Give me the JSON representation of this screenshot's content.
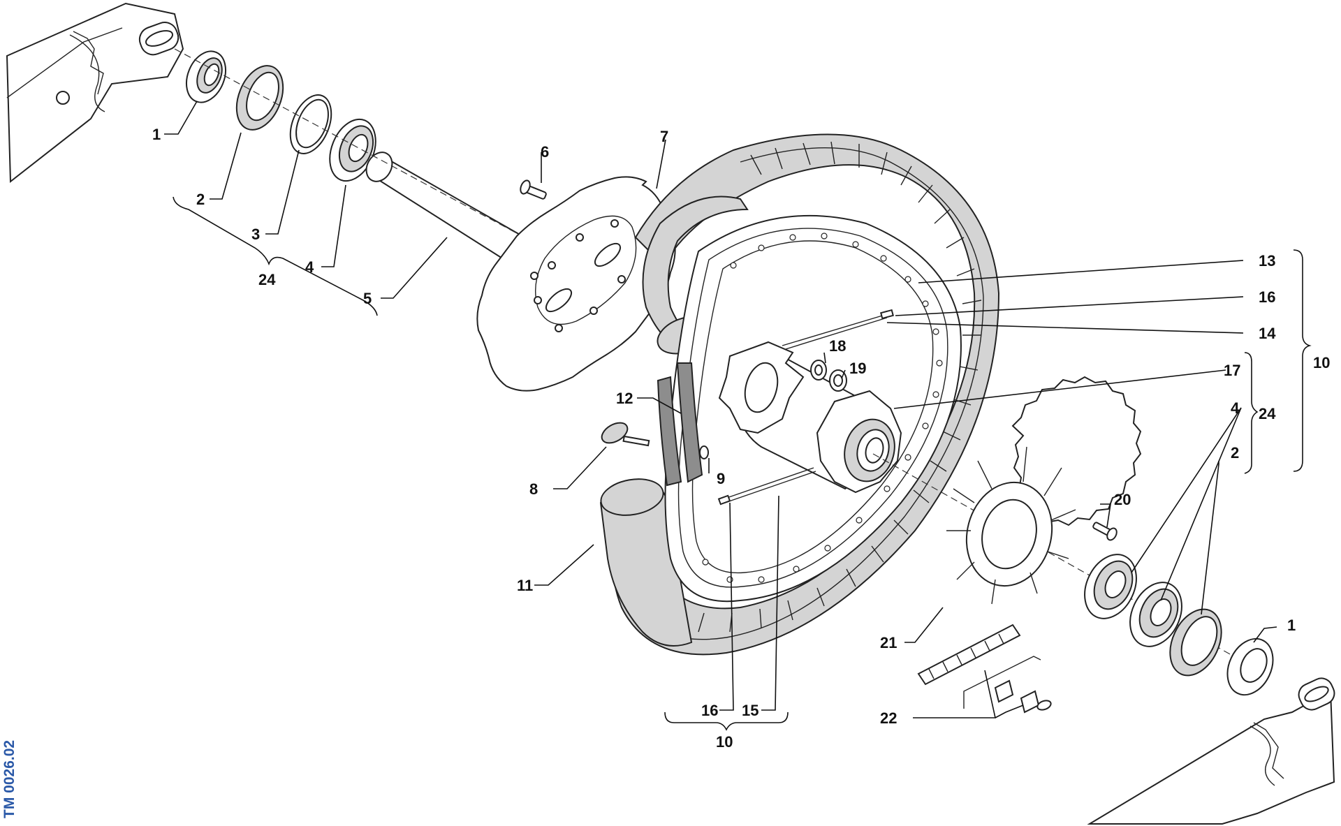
{
  "drawing": {
    "document_code": "TM 0026.02",
    "colors": {
      "label": "#111111",
      "document_code": "#2b59a8",
      "tire": "#d4d4d4",
      "rim_tape": "#8d8d8d"
    }
  },
  "callouts": {
    "c1_left": "1",
    "c2_left": "2",
    "c3": "3",
    "c4_left": "4",
    "c24_left": "24",
    "c5": "5",
    "c6": "6",
    "c7": "7",
    "c8": "8",
    "c9": "9",
    "c10_right": "10",
    "c10_bottom": "10",
    "c11": "11",
    "c12": "12",
    "c13": "13",
    "c14": "14",
    "c15": "15",
    "c16_right": "16",
    "c16_bottom": "16",
    "c17": "17",
    "c18": "18",
    "c19": "19",
    "c20": "20",
    "c21": "21",
    "c22": "22",
    "c24_right": "24",
    "c4_right": "4",
    "c2_right": "2",
    "c1_right": "1"
  }
}
